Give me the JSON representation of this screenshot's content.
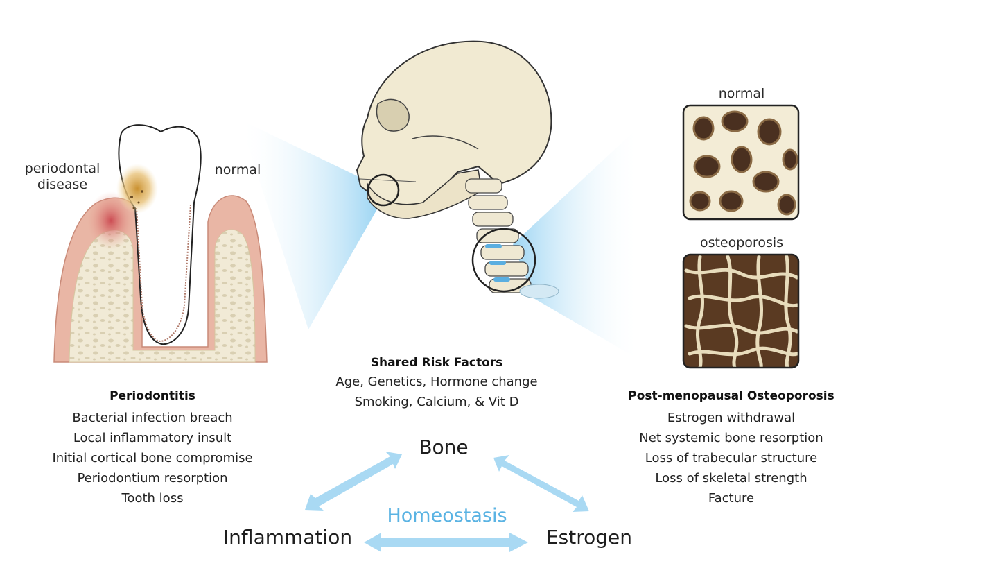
{
  "tooth": {
    "label_disease": "periodontal disease",
    "label_normal": "normal"
  },
  "bone_samples": {
    "normal_label": "normal",
    "osteoporosis_label": "osteoporosis"
  },
  "shared": {
    "heading": "Shared Risk Factors",
    "lines": [
      "Age, Genetics, Hormone change",
      "Smoking, Calcium, & Vit D"
    ]
  },
  "periodontitis": {
    "heading": "Periodontitis",
    "lines": [
      "Bacterial infection breach",
      "Local inflammatory insult",
      "Initial cortical bone compromise",
      "Periodontium resorption",
      "Tooth loss"
    ]
  },
  "osteoporosis": {
    "heading": "Post-menopausal Osteoporosis",
    "lines": [
      "Estrogen withdrawal",
      "Net systemic bone resorption",
      "Loss of trabecular structure",
      "Loss of skeletal strength",
      "Facture"
    ]
  },
  "triangle": {
    "top": "Bone",
    "left": "Inflammation",
    "right": "Estrogen",
    "center": "Homeostasis"
  },
  "colors": {
    "arrow": "#a9d9f3",
    "homeostasis": "#5ab3e3",
    "bone_cream": "#efe8d2",
    "gum_pink": "#e8b3a3"
  }
}
